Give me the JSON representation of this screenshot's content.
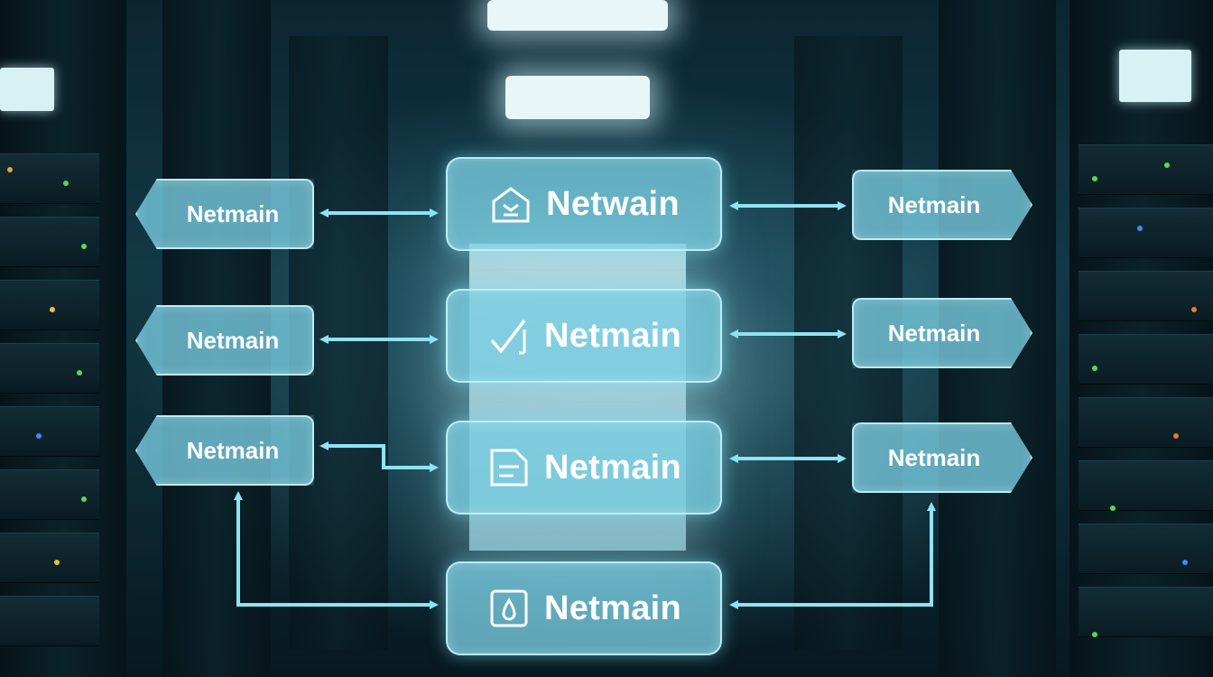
{
  "center_nodes": [
    {
      "label": "Netwain",
      "icon": "home-tray-icon"
    },
    {
      "label": "Netmain",
      "icon": "check-slash-icon"
    },
    {
      "label": "Netmain",
      "icon": "document-icon"
    },
    {
      "label": "Netmain",
      "icon": "droplet-icon"
    }
  ],
  "left_nodes": [
    {
      "label": "Netmain"
    },
    {
      "label": "Netmain"
    },
    {
      "label": "Netmain"
    }
  ],
  "right_nodes": [
    {
      "label": "Netmain"
    },
    {
      "label": "Netmain"
    },
    {
      "label": "Netmain"
    }
  ],
  "colors": {
    "node_fill": "#78cde1",
    "node_border": "#bef0fa",
    "arrow": "#8fe3f3",
    "text": "#ffffff"
  }
}
